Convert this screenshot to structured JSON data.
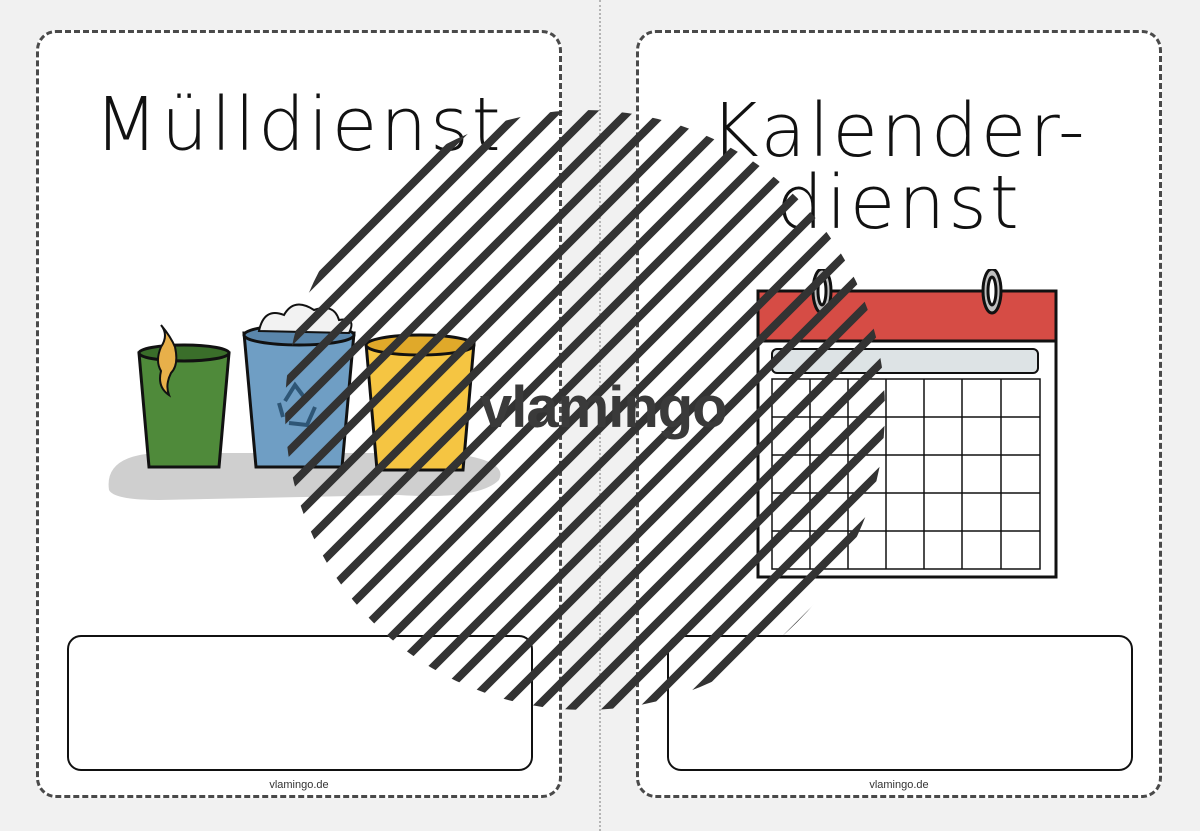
{
  "cards": [
    {
      "title_lines": [
        "Mülldienst"
      ],
      "illustration": "trash-bins-icon",
      "footer": "vlamingo.de"
    },
    {
      "title_lines": [
        "Kalender-",
        "dienst"
      ],
      "illustration": "calendar-icon",
      "footer": "vlamingo.de"
    }
  ],
  "watermark": {
    "logo_text": "vlamingo"
  },
  "colors": {
    "bin_green": "#4f8a3a",
    "bin_blue": "#6f9ec4",
    "bin_yellow": "#f5c542",
    "calendar_red": "#d64c45",
    "stripe": "#333333"
  }
}
